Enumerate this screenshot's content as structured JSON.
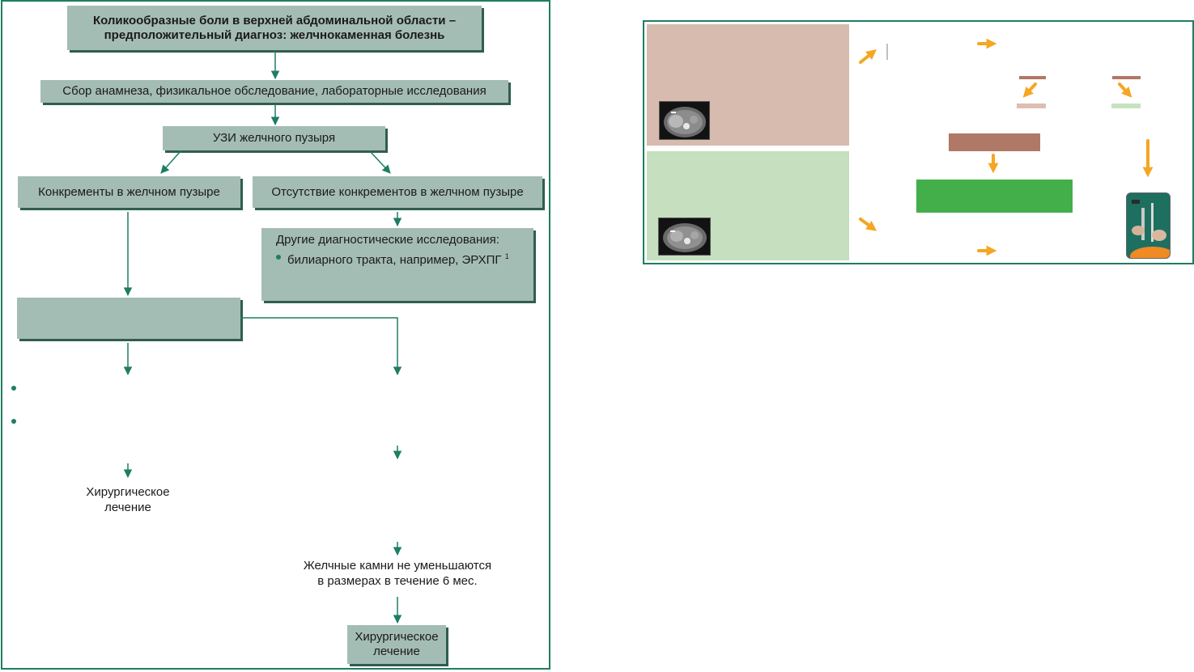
{
  "flowchart": {
    "title_line1": "Коликообразные боли в верхней абдоминальной области –",
    "title_line2": "предположительный диагноз: желчнокаменная болезнь",
    "step_history": "Сбор анамнеза, физикальное обследование, лабораторные исследования",
    "step_ultrasound": "УЗИ желчного пузыря",
    "branch_stones": "Конкременты в желчном пузыре",
    "branch_no_stones": "Отсутствие конкрементов в желчном пузыре",
    "other_tests_title": "Другие диагностические исследования:",
    "other_tests_item": "билиарного тракта, например, ЭРХПГ",
    "other_tests_sup": "1",
    "surgery_left_line1": "Хирургическое",
    "surgery_left_line2": "лечение",
    "stones_persist_line1": "Желчные камни не уменьшаются",
    "stones_persist_line2": "в размерах в течение 6 мес.",
    "surgery_right_line1": "Хирургическое",
    "surgery_right_line2": "лечение"
  },
  "colors": {
    "box_fill": "#a4bdb4",
    "connector": "#1f7d63",
    "arrow_orange": "#f5a623",
    "panel_pink": "#d6bbae",
    "panel_green": "#c6dfbe",
    "bar_brown": "#b07866",
    "bar_green": "#43af4a"
  },
  "icons": {
    "ct_scan_top": "ct-scan-image",
    "ct_scan_bottom": "ct-scan-image",
    "surgery_photo": "laparoscopy-photo"
  }
}
